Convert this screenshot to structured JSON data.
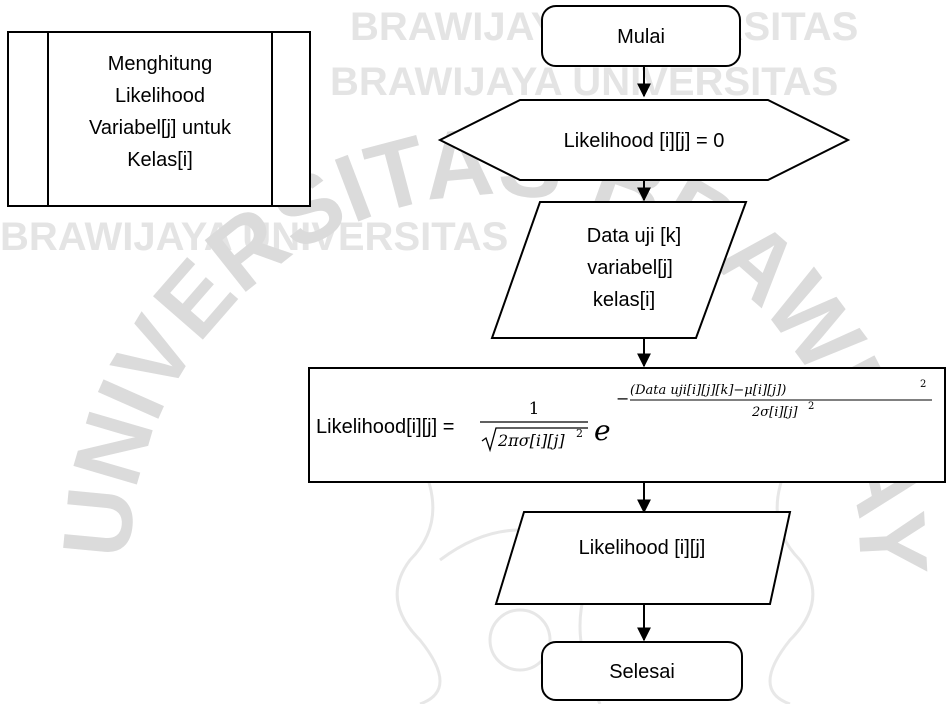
{
  "watermark": {
    "arc_text": "UNIVERSITAS BRAWIJAYA",
    "background_text": "BRAWIJAYA UNIVERSITAS",
    "color": "#d9d9d9"
  },
  "title_box": {
    "lines": [
      "Menghitung",
      "Likelihood",
      "Variabel[j] untuk",
      "Kelas[i]"
    ]
  },
  "flow": {
    "start": "Mulai",
    "init": "Likelihood [i][j] = 0",
    "input_lines": [
      "Data uji [k]",
      "variabel[j]",
      "kelas[i]"
    ],
    "process": {
      "lhs": "Likelihood[i][j] =",
      "numerator": "1",
      "denominator": "2πσ[i][j]",
      "denominator_sup": "2",
      "base": "e",
      "exp_sign": "−",
      "exp_numerator": "(Data uji[i][j][k]−μ[i][j])",
      "exp_numerator_sup": "2",
      "exp_denominator": "2σ[i][j]",
      "exp_denominator_sup": "2"
    },
    "output": "Likelihood [i][j]",
    "end": "Selesai"
  }
}
